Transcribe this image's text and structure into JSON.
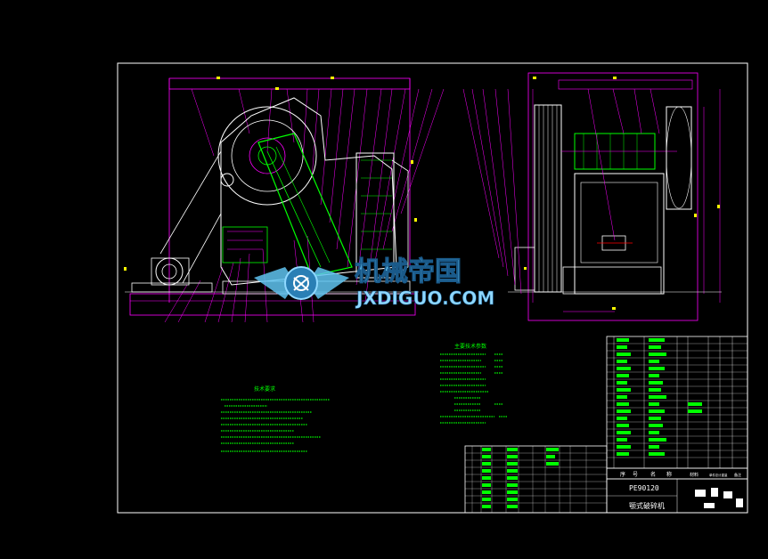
{
  "watermark": {
    "cn": "机械帝国",
    "en": "JXDIGUO.COM"
  },
  "notes": {
    "tech_req_title": "技术要求",
    "spec_title": "主要技术参数"
  },
  "title_block": {
    "model": "PE90120",
    "name": "颚式破碎机",
    "col_seq": "序",
    "col_code": "号",
    "col_name": "名",
    "col_qty": "称",
    "col_material": "材料",
    "col_weight": "单件总计重量",
    "col_note": "备注"
  },
  "colors": {
    "background": "#000000",
    "frame": "#ffffff",
    "drawing_magenta": "#ff00ff",
    "drawing_white": "#ffffff",
    "drawing_green": "#00ff00",
    "drawing_yellow": "#ffff00",
    "drawing_cyan": "#00ffff",
    "watermark_blue": "#5fc3f0"
  }
}
